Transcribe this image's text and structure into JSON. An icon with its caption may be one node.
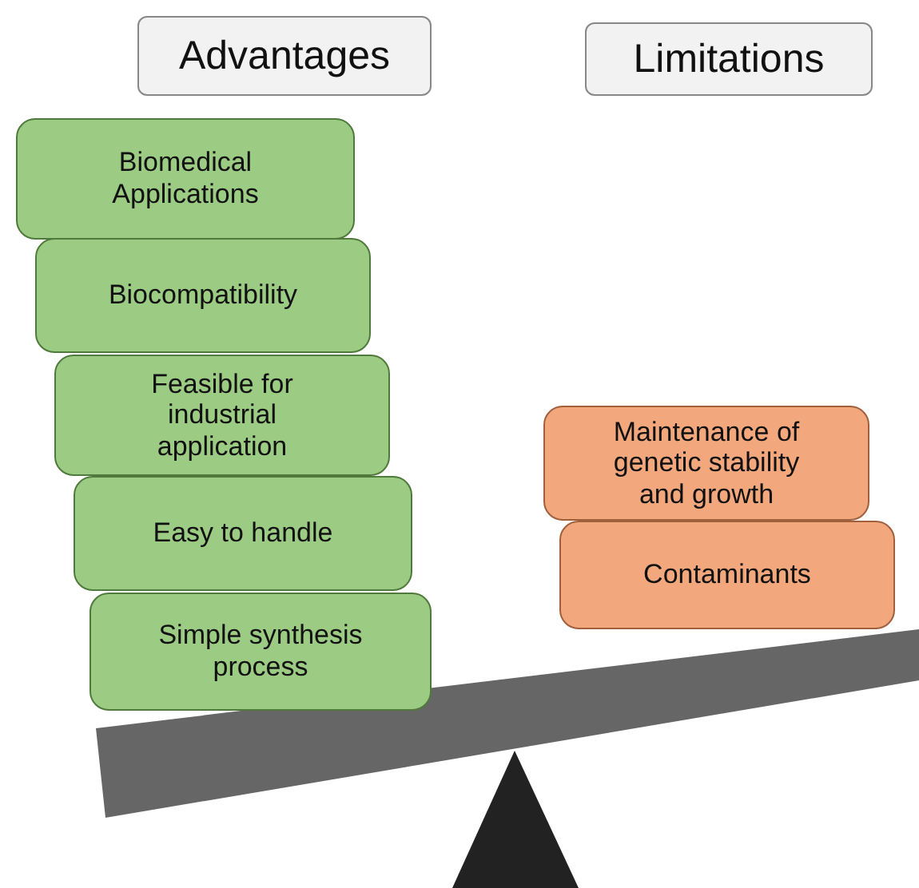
{
  "diagram": {
    "nodes": [
      {
        "text": [
          "Advantages"
        ]
      },
      {
        "text": [
          "Limitations"
        ]
      },
      {
        "text": [
          "Biomedical Applications"
        ]
      },
      {
        "text": [
          "Biocompatibility"
        ]
      },
      {
        "text": [
          "Feasible for industrial application"
        ]
      },
      {
        "text": [
          "Easy to handle"
        ]
      },
      {
        "text": [
          "Simple synthesis process"
        ]
      },
      {
        "text": [
          "Maintenance of genetic stability and growth"
        ]
      },
      {
        "text": [
          "Contaminants"
        ]
      }
    ]
  }
}
